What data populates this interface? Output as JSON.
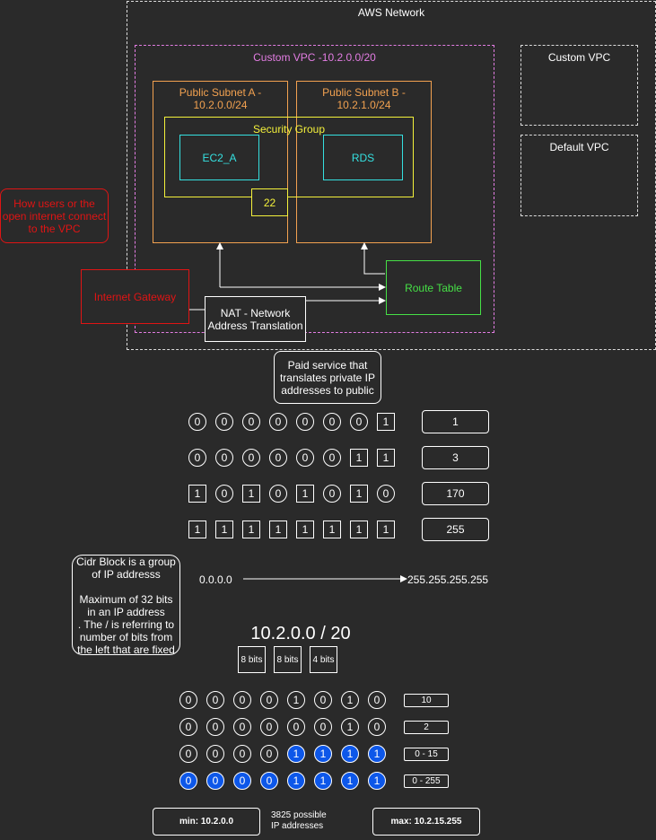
{
  "aws_network": {
    "label": "AWS Network"
  },
  "custom_vpc_main": {
    "label": "Custom VPC -10.2.0.0/20"
  },
  "custom_vpc_side": {
    "label": "Custom VPC"
  },
  "default_vpc": {
    "label": "Default VPC"
  },
  "subnet_a": {
    "line1": "Public Subnet A -",
    "line2": "10.2.0.0/24"
  },
  "subnet_b": {
    "line1": "Public Subnet B -",
    "line2": "10.2.1.0/24"
  },
  "security_group": {
    "label": "Security Group"
  },
  "ec2": {
    "label": "EC2_A"
  },
  "rds": {
    "label": "RDS"
  },
  "port": {
    "label": "22"
  },
  "internet_note": {
    "line1": "How users or the",
    "line2": "open internet connect",
    "line3": "to the VPC"
  },
  "internet_gateway": {
    "label": "Internet Gateway"
  },
  "nat": {
    "line1": "NAT - Network",
    "line2": "Address Translation"
  },
  "route_table": {
    "label": "Route Table"
  },
  "nat_note": {
    "line1": "Paid service that",
    "line2": "translates private IP",
    "line3": "addresses to public"
  },
  "binary_examples": [
    {
      "bits": [
        0,
        0,
        0,
        0,
        0,
        0,
        0,
        1
      ],
      "value": "1"
    },
    {
      "bits": [
        0,
        0,
        0,
        0,
        0,
        0,
        1,
        1
      ],
      "value": "3"
    },
    {
      "bits": [
        1,
        0,
        1,
        0,
        1,
        0,
        1,
        0
      ],
      "value": "170"
    },
    {
      "bits": [
        1,
        1,
        1,
        1,
        1,
        1,
        1,
        1
      ],
      "value": "255"
    }
  ],
  "cidr_note": {
    "line1": "Cidr Block is a group",
    "line2": "of IP addresss",
    "line3": "Maximum of 32 bits",
    "line4": "in an IP address",
    "line5": ". The / is referring to",
    "line6": "number of bits from",
    "line7": "the left that are fixed"
  },
  "ip_range": {
    "start": "0.0.0.0",
    "end": "255.255.255.255"
  },
  "cidr_title": {
    "label": "10.2.0.0 / 20"
  },
  "bit_groups": [
    "8 bits",
    "8 bits",
    "4 bits"
  ],
  "cidr_rows": [
    {
      "bits": [
        0,
        0,
        0,
        0,
        1,
        0,
        1,
        0
      ],
      "blue": 0,
      "value": "10"
    },
    {
      "bits": [
        0,
        0,
        0,
        0,
        0,
        0,
        1,
        0
      ],
      "blue": 0,
      "value": "2"
    },
    {
      "bits": [
        0,
        0,
        0,
        0,
        1,
        1,
        1,
        1
      ],
      "blue": 4,
      "value": "0 - 15"
    },
    {
      "bits": [
        0,
        0,
        0,
        0,
        1,
        1,
        1,
        1
      ],
      "blue": 8,
      "value": "0 - 255"
    }
  ],
  "range_min": {
    "label": "min: 10.2.0.0"
  },
  "range_note": {
    "line1": "3825 possible",
    "line2": "IP addresses"
  },
  "range_max": {
    "label": "max: 10.2.15.255"
  },
  "colors": {
    "vpc_border": "#e37de3",
    "subnet": "#f2a150",
    "security_group": "#f4f13b",
    "compute": "#35e0e0",
    "route_table": "#46e046",
    "alert_red": "#e01414",
    "bit_blue": "#0d57e9"
  }
}
